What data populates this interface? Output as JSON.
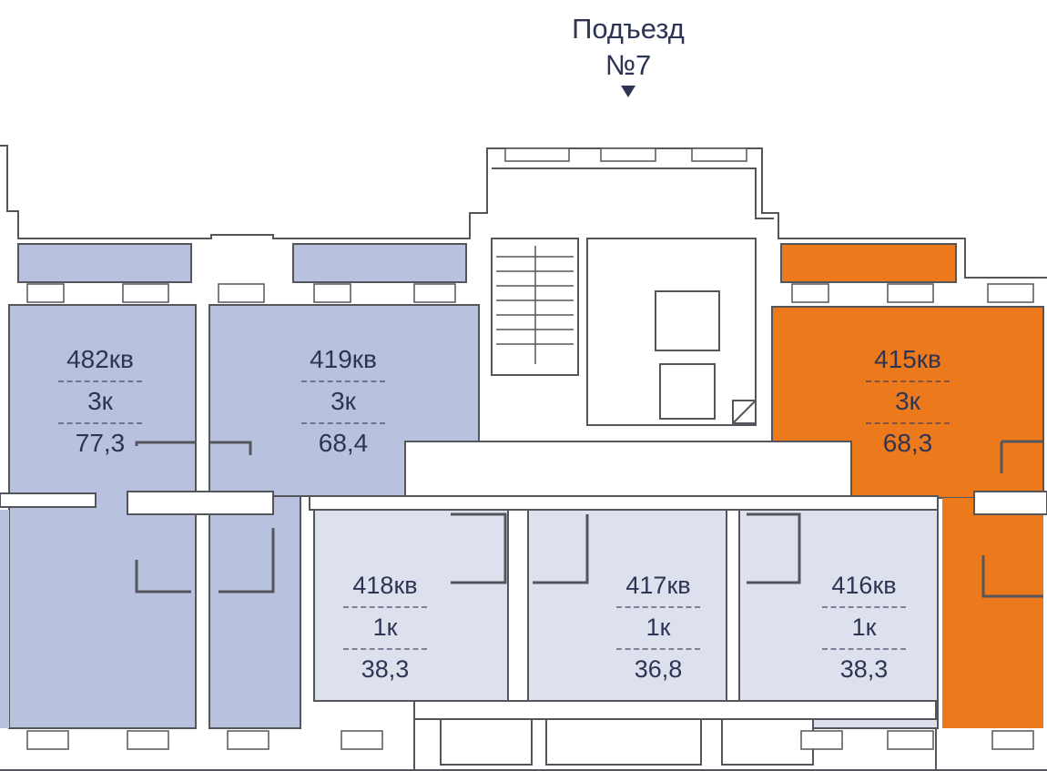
{
  "entrance": {
    "line1": "Подъезд",
    "line2": "№7"
  },
  "colors": {
    "wall": "#55565b",
    "blue_dark": "#b8c2de",
    "blue_light": "#dde1ee",
    "orange": "#ec7a1d",
    "text": "#2e3554"
  },
  "apartments": [
    {
      "id": "482",
      "number": "482кв",
      "rooms": "3к",
      "area": "77,3",
      "color": "blue_dark"
    },
    {
      "id": "419",
      "number": "419кв",
      "rooms": "3к",
      "area": "68,4",
      "color": "blue_dark"
    },
    {
      "id": "415",
      "number": "415кв",
      "rooms": "3к",
      "area": "68,3",
      "color": "orange"
    },
    {
      "id": "418",
      "number": "418кв",
      "rooms": "1к",
      "area": "38,3",
      "color": "blue_light"
    },
    {
      "id": "417",
      "number": "417кв",
      "rooms": "1к",
      "area": "36,8",
      "color": "blue_light"
    },
    {
      "id": "416",
      "number": "416кв",
      "rooms": "1к",
      "area": "38,3",
      "color": "blue_light"
    }
  ]
}
